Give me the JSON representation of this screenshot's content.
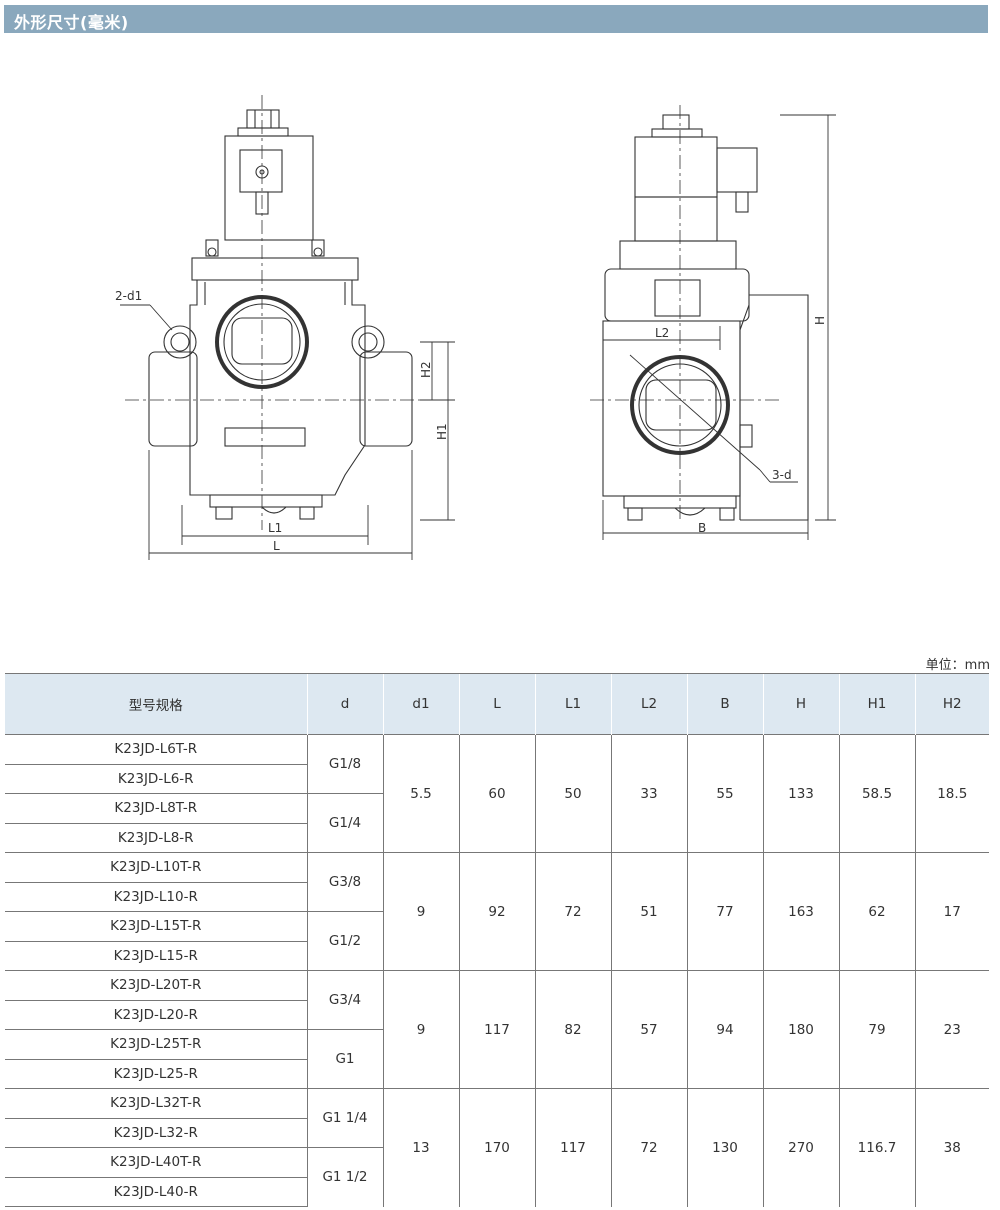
{
  "header": {
    "title": "外形尺寸(毫米)"
  },
  "drawing": {
    "front_labels": {
      "d1": "2-d1",
      "h2": "H2",
      "h1": "H1",
      "l1": "L1",
      "l": "L"
    },
    "side_labels": {
      "l2": "L2",
      "h": "H",
      "d": "3-d",
      "b": "B"
    }
  },
  "table": {
    "unit": "单位：mm",
    "headers": [
      "型号规格",
      "d",
      "d1",
      "L",
      "L1",
      "L2",
      "B",
      "H",
      "H1",
      "H2"
    ],
    "groups": [
      {
        "models": [
          "K23JD-L6T-R",
          "K23JD-L6-R",
          "K23JD-L8T-R",
          "K23JD-L8-R"
        ],
        "d": [
          "G1/8",
          "G1/4"
        ],
        "d1": "5.5",
        "L": "60",
        "L1": "50",
        "L2": "33",
        "B": "55",
        "H": "133",
        "H1": "58.5",
        "H2": "18.5"
      },
      {
        "models": [
          "K23JD-L10T-R",
          "K23JD-L10-R",
          "K23JD-L15T-R",
          "K23JD-L15-R"
        ],
        "d": [
          "G3/8",
          "G1/2"
        ],
        "d1": "9",
        "L": "92",
        "L1": "72",
        "L2": "51",
        "B": "77",
        "H": "163",
        "H1": "62",
        "H2": "17"
      },
      {
        "models": [
          "K23JD-L20T-R",
          "K23JD-L20-R",
          "K23JD-L25T-R",
          "K23JD-L25-R"
        ],
        "d": [
          "G3/4",
          "G1"
        ],
        "d1": "9",
        "L": "117",
        "L1": "82",
        "L2": "57",
        "B": "94",
        "H": "180",
        "H1": "79",
        "H2": "23"
      },
      {
        "models": [
          "K23JD-L32T-R",
          "K23JD-L32-R",
          "K23JD-L40T-R",
          "K23JD-L40-R"
        ],
        "d": [
          "G1 1/4",
          "G1 1/2"
        ],
        "d1": "13",
        "L": "170",
        "L1": "117",
        "L2": "72",
        "B": "130",
        "H": "270",
        "H1": "116.7",
        "H2": "38"
      }
    ]
  }
}
